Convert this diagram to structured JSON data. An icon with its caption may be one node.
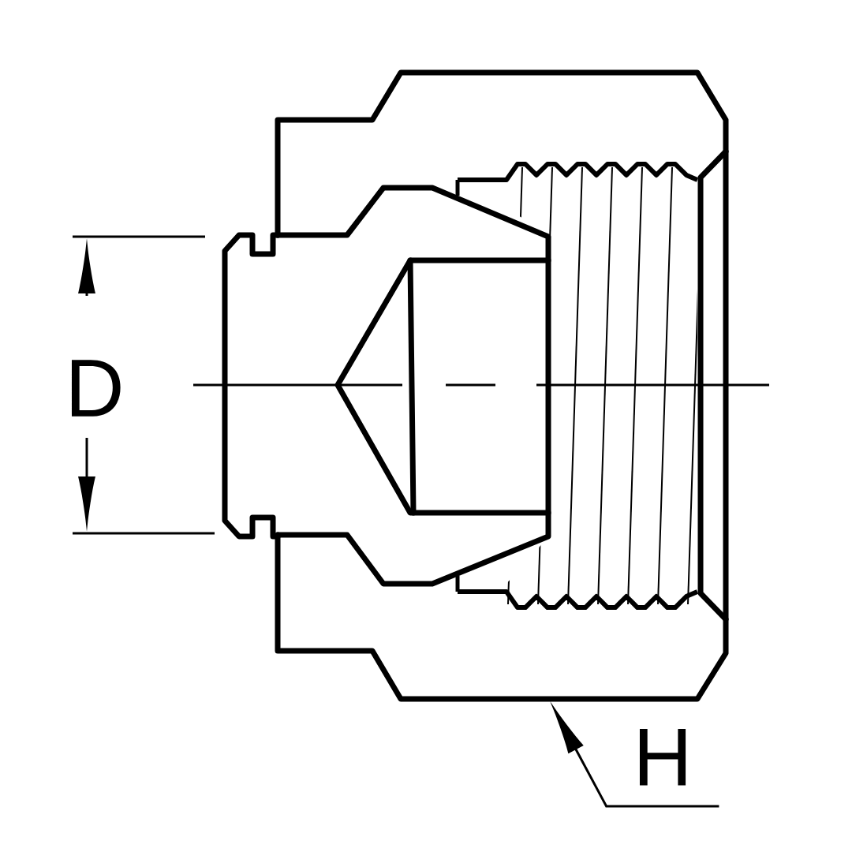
{
  "diagram": {
    "nodes": [
      {
        "text": [
          "H"
        ]
      },
      {
        "text": [],
        "shape": "picture"
      }
    ],
    "edges": [
      {
        "from": 0,
        "to": 1,
        "arrow": "to"
      }
    ],
    "labels": [
      "D"
    ]
  }
}
